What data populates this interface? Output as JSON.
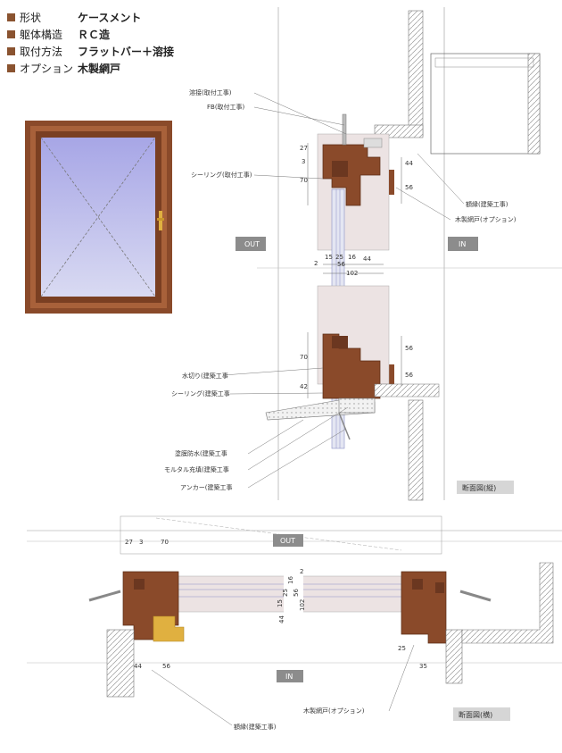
{
  "spec": [
    {
      "label": "形状",
      "value": "ケースメント"
    },
    {
      "label": "躯体構造",
      "value": "ＲＣ造"
    },
    {
      "label": "取付方法",
      "value": "フラットバー＋溶接"
    },
    {
      "label": "オプション",
      "value": "木製網戸"
    }
  ],
  "vertical_section": {
    "labels": {
      "weld": "溶接(取付工事)",
      "fb": "FB(取付工事)",
      "sealing_top": "シーリング(取付工事)",
      "frame_trim_top": "額縁(建築工事)",
      "screen_top": "木製網戸(オプション)",
      "water_drip": "水切り(建築工事",
      "sealing_bottom": "シーリング(建築工事",
      "membrane": "塗膜防水(建築工事",
      "mortar": "モルタル充填(建築工事",
      "anchor": "アンカー(建築工事"
    },
    "badges": {
      "out": "OUT",
      "in": "IN",
      "caption": "断面図(縦)"
    },
    "dims": {
      "d27": "27",
      "d3": "3",
      "d70": "70",
      "d44": "44",
      "d56": "56",
      "d15": "15",
      "d25": "25",
      "d16": "16",
      "d2": "2",
      "d56b": "56",
      "d102": "102",
      "d70b": "70",
      "d42": "42",
      "d56c": "56",
      "d56d": "56"
    }
  },
  "horizontal_section": {
    "labels": {
      "frame_trim": "額縁(建築工事)",
      "screen": "木製網戸(オプション)"
    },
    "badges": {
      "out": "OUT",
      "in": "IN",
      "caption": "断面図(横)"
    },
    "dims": {
      "d27": "27",
      "d3": "3",
      "d70": "70",
      "d2": "2",
      "d15": "15",
      "d25": "25",
      "d16": "16",
      "d56": "56",
      "d102": "102",
      "d44": "44",
      "d56b": "56",
      "d25b": "25",
      "d35": "35",
      "d44b": "44"
    }
  },
  "colors": {
    "wood": "#8a4a2a",
    "wood_dark": "#6b3720",
    "glass": "#9aa0dc",
    "badge": "#8c8c8c",
    "hatch": "#cfcfcf",
    "pink": "#e8c9c0",
    "brass": "#e0b040"
  }
}
